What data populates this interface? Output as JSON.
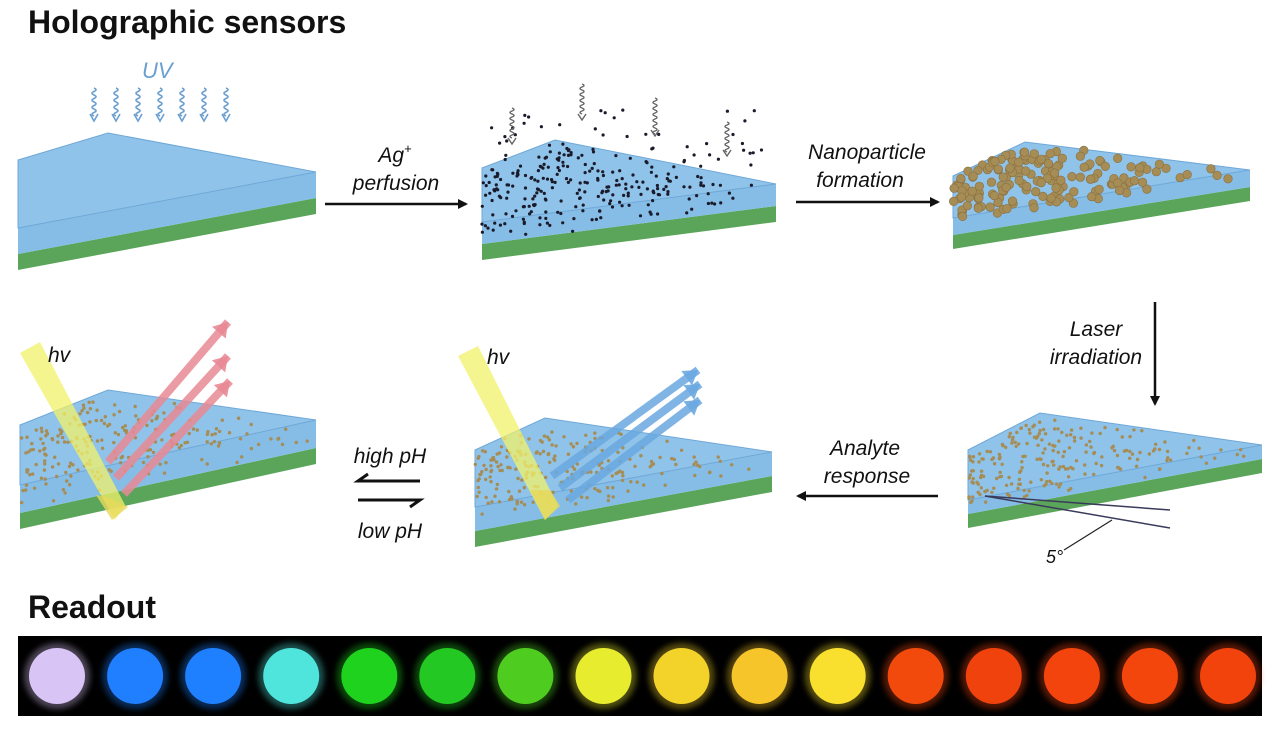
{
  "headings": {
    "title": "Holographic sensors",
    "readout": "Readout"
  },
  "labels": {
    "uv": "UV",
    "ag_symbol": "Ag",
    "ag_charge": "+",
    "perfusion": "perfusion",
    "nanoparticle": "Nanoparticle",
    "formation": "formation",
    "laser": "Laser",
    "irradiation": "irradiation",
    "analyte": "Analyte",
    "response": "response",
    "high_ph": "high pH",
    "low_ph": "low pH",
    "hv": "hv",
    "angle": "5°"
  },
  "colors": {
    "gel": "#8fc3e9",
    "gel_edge": "#6fa8d8",
    "substrate": "#5aa55a",
    "substrate_dark": "#4a8f4a",
    "uv": "#6a9fd0",
    "nanoparticle": "#a68c55",
    "incident_light": "#f2f26a",
    "reflected_red": "#e88a95",
    "reflected_blue": "#6aa8e0",
    "readout_bg": "#000000"
  },
  "readout_spots": [
    "#d8c4f5",
    "#1f7fff",
    "#1e80ff",
    "#4fe5dc",
    "#1ed21e",
    "#24c822",
    "#4ecc20",
    "#e7ec2e",
    "#f3d32a",
    "#f6c52a",
    "#f9e02e",
    "#f24a0c",
    "#f0420c",
    "#f2440c",
    "#f3460d",
    "#f2430d"
  ]
}
